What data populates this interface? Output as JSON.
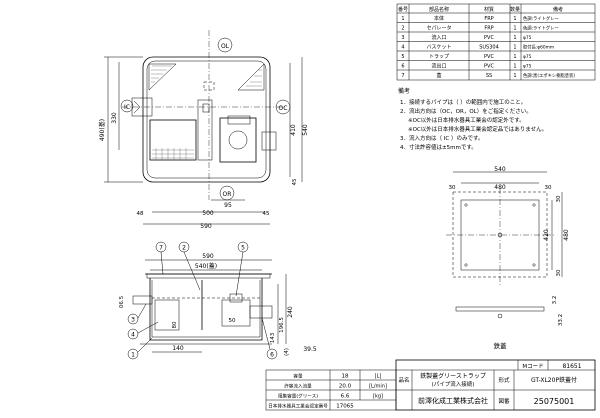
{
  "parts_table": {
    "headers": [
      "番号",
      "部品名称",
      "材質",
      "数量",
      "備考"
    ],
    "rows": [
      [
        "1",
        "本体",
        "FRP",
        "1",
        "色調:ライトグレー"
      ],
      [
        "2",
        "セパレータ",
        "FRP",
        "1",
        "色調:ライトグレー"
      ],
      [
        "3",
        "流入口",
        "PVC",
        "1",
        "φ75"
      ],
      [
        "4",
        "バスケット",
        "SUS304",
        "1",
        "取付長:φ60mm"
      ],
      [
        "5",
        "トラップ",
        "PVC",
        "1",
        "φ75"
      ],
      [
        "6",
        "流出口",
        "PVC",
        "1",
        "φ75"
      ],
      [
        "7",
        "蓋",
        "SS",
        "1",
        "色調:黒(エポキシ樹脂塗装)"
      ]
    ]
  },
  "notes": {
    "title": "備考",
    "items": [
      "1．接続するパイプは（ ）の範囲内で施工のこと。",
      "2．流出方向は（OC，OR，OL）をご指定ください。",
      "※OC以外は日本排水器具工業会の認定外です。",
      "※OC以外は日本排水器具工業会認定品ではありません。",
      "3．流入方向は（ IC ）のみです。",
      "4．寸法許容値は±5mmです。"
    ]
  },
  "top_view": {
    "labels": [
      "OL",
      "IC",
      "OC",
      "OR"
    ],
    "dims": [
      "410",
      "330",
      "490(基)",
      "540",
      "45",
      "45",
      "95",
      "500",
      "590",
      "48",
      "45"
    ]
  },
  "side_view": {
    "callouts": [
      "7",
      "2",
      "5",
      "3",
      "4",
      "1",
      "6"
    ],
    "dims": [
      "590",
      "540(蓋)",
      "240",
      "196.5",
      "143",
      "06.5",
      "80",
      "50",
      "140",
      "(4)",
      "39.5"
    ]
  },
  "cover_view": {
    "dims": [
      "540",
      "480",
      "30",
      "30",
      "420",
      "480",
      "30",
      "30",
      "3.2",
      "33.2"
    ],
    "label": "鉄蓋"
  },
  "spec_table": {
    "rows": [
      [
        "容量",
        "18",
        "[L]"
      ],
      [
        "許容流入流量",
        "20.0",
        "[L/min]"
      ],
      [
        "阻集容量(グリース)",
        "6.6",
        "[kg]"
      ],
      [
        "日本排水器具工業会認定番号",
        "17065",
        ""
      ]
    ]
  },
  "title_block": {
    "name_label": "品名",
    "product_name_line1": "鉄製蓋グリーストラップ",
    "product_name_line2": "(パイプ流入接続)",
    "model_label": "形式",
    "model_value": "GT-XL20P鉄蓋付",
    "code_label": "Mコード",
    "code_value": "81651",
    "company": "前澤化成工業株式会社",
    "number_label": "図番",
    "drawing_number": "25075001"
  }
}
